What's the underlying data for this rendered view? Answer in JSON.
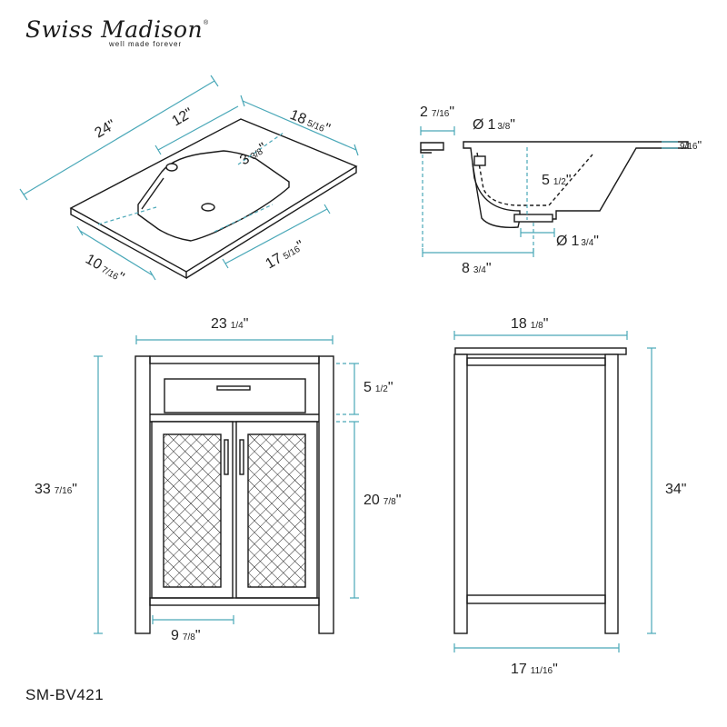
{
  "brand": {
    "name": "Swiss Madison",
    "tagline": "well made forever",
    "registered": "®"
  },
  "model": "SM-BV421",
  "colors": {
    "dimension": "#4aa8b8",
    "outline": "#1a1a1a",
    "hidden": "#1a1a1a"
  },
  "dimensions": {
    "top_width": "24\"",
    "top_center": "12\"",
    "top_depth": {
      "whole": "18",
      "frac": "5/16",
      "unit": "\""
    },
    "faucet_offset": {
      "whole": "3",
      "frac": "3/8",
      "unit": "\""
    },
    "basin_depth": {
      "whole": "10",
      "frac": "7/16",
      "unit": "\""
    },
    "basin_width": {
      "whole": "17",
      "frac": "5/16",
      "unit": "\""
    },
    "side_rim": {
      "whole": "2",
      "frac": "7/16",
      "unit": "\""
    },
    "faucet_hole": {
      "symbol": "Ø",
      "whole": "1",
      "frac": "3/8",
      "unit": "\""
    },
    "top_thickness": {
      "frac": "9/16",
      "unit": "\""
    },
    "bowl_depth": {
      "whole": "5",
      "frac": "1/2",
      "unit": "\""
    },
    "drain_hole": {
      "symbol": "Ø",
      "whole": "1",
      "frac": "3/4",
      "unit": "\""
    },
    "bowl_front": {
      "whole": "8",
      "frac": "3/4",
      "unit": "\""
    },
    "cabinet_width": {
      "whole": "23",
      "frac": "1/4",
      "unit": "\""
    },
    "drawer_height": {
      "whole": "5",
      "frac": "1/2",
      "unit": "\""
    },
    "cabinet_height": {
      "whole": "33",
      "frac": "7/16",
      "unit": "\""
    },
    "door_height": {
      "whole": "20",
      "frac": "7/8",
      "unit": "\""
    },
    "door_width": {
      "whole": "9",
      "frac": "7/8",
      "unit": "\""
    },
    "side_top_depth": {
      "whole": "18",
      "frac": "1/8",
      "unit": "\""
    },
    "total_height": "34\"",
    "cabinet_depth": {
      "whole": "17",
      "frac": "11/16",
      "unit": "\""
    }
  }
}
